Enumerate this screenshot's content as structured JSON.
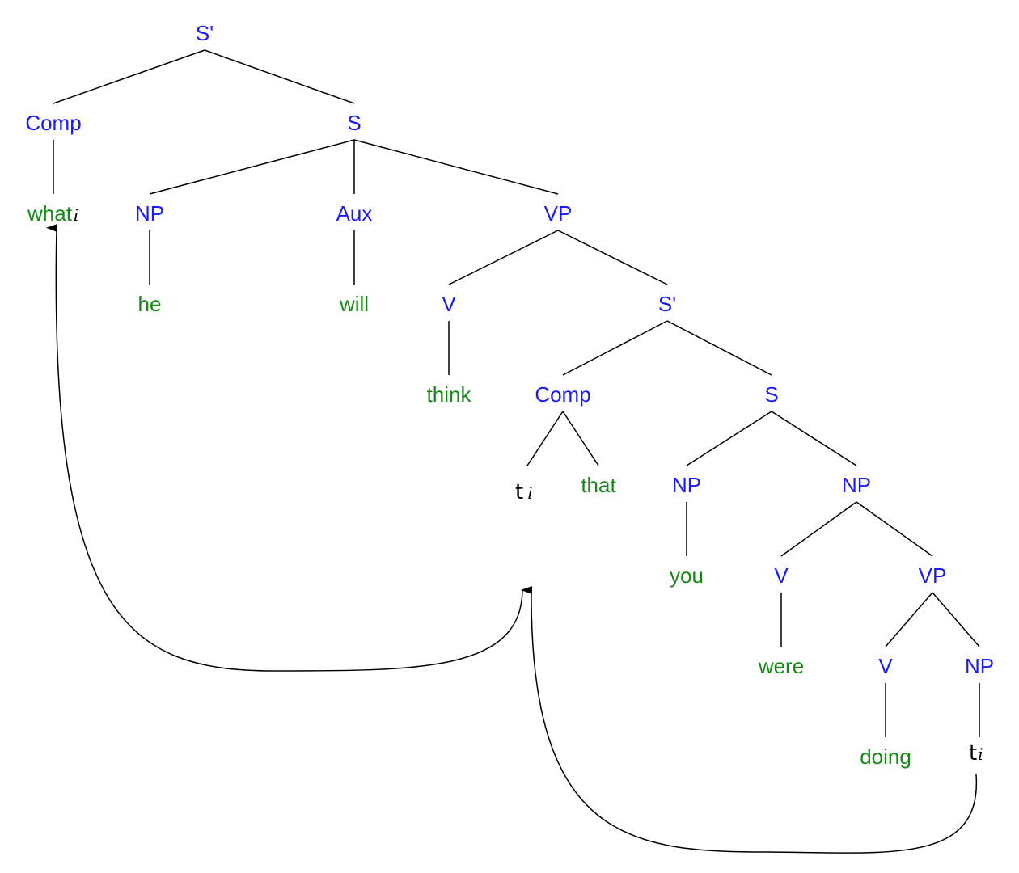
{
  "colors": {
    "category": "#1a1aff",
    "word": "#168816",
    "trace": "#000000",
    "line": "#000000"
  },
  "nodes": {
    "root_sbar": "S'",
    "comp_1": "Comp",
    "s_1": "S",
    "what": "what",
    "what_index": "i",
    "np_1": "NP",
    "aux": "Aux",
    "vp_1": "VP",
    "he": "he",
    "will": "will",
    "v_1": "V",
    "sbar_2": "S'",
    "think": "think",
    "comp_2": "Comp",
    "s_2": "S",
    "trace_comp": "t",
    "trace_comp_index": "i",
    "that": "that",
    "np_2": "NP",
    "np_3": "NP",
    "you": "you",
    "v_2": "V",
    "vp_2": "VP",
    "were": "were",
    "v_3": "V",
    "np_4": "NP",
    "doing": "doing",
    "trace_obj": "t",
    "trace_obj_index": "i"
  },
  "movement_arrows": [
    {
      "from": "trace_comp",
      "to": "what"
    },
    {
      "from": "trace_obj",
      "to": "trace_comp"
    }
  ]
}
